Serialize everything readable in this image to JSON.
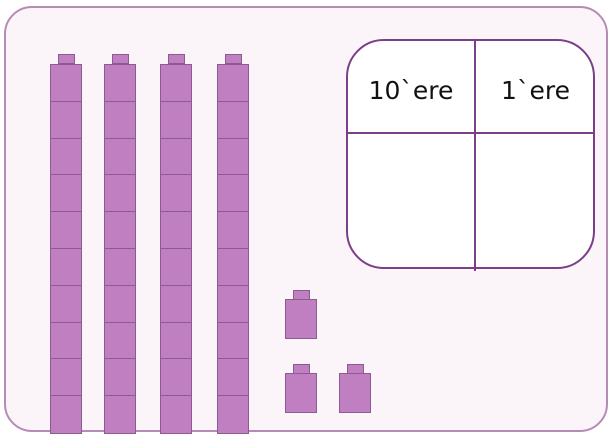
{
  "place_value_table": {
    "tens_header": "10`ere",
    "ones_header": "1`ere"
  },
  "manipulatives": {
    "ten_rods": 4,
    "unit_cubes": 3,
    "cubes_per_rod": 10
  },
  "colors": {
    "cube_fill": "#bf7fc0",
    "cube_outline": "#8e5a92",
    "table_border": "#7a3f86",
    "card_border": "#b68cb4",
    "card_background": "#fbf5fa"
  }
}
